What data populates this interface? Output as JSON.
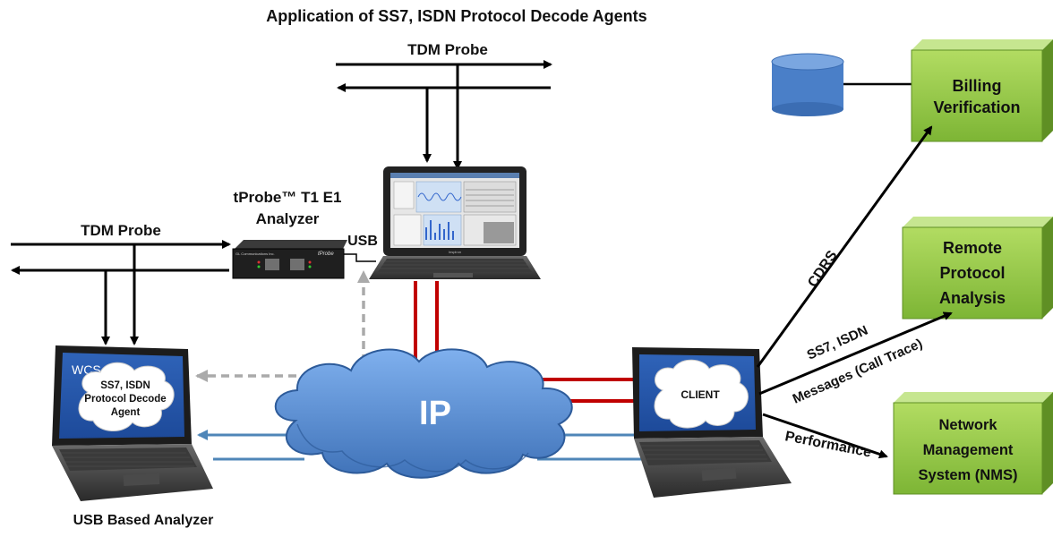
{
  "title": "Application of SS7, ISDN Protocol Decode Agents",
  "probes": {
    "top_label": "TDM Probe",
    "left_label": "TDM Probe"
  },
  "tprobe": {
    "name_line1": "tProbe™ T1 E1",
    "name_line2": "Analyzer",
    "brand": "tProbe",
    "maker": "GL Communications Inc."
  },
  "usb_label": "USB",
  "laptop_top": {
    "brand": "Inspiron"
  },
  "cloud": {
    "label": "IP"
  },
  "left_laptop": {
    "tag": "WCS",
    "line1": "SS7, ISDN",
    "line2": "Protocol Decode",
    "line3": "Agent",
    "caption": "USB Based Analyzer"
  },
  "client_laptop": {
    "label": "CLIENT"
  },
  "links": {
    "cdrs": "CDRS",
    "ss7_line1": "SS7, ISDN",
    "ss7_line2": "Messages (Call Trace)",
    "performance": "Performance"
  },
  "boxes": {
    "billing": {
      "line1": "Billing",
      "line2": "Verification"
    },
    "remote": {
      "line1": "Remote",
      "line2": "Protocol",
      "line3": "Analysis"
    },
    "nms": {
      "line1": "Network",
      "line2": "Management",
      "line3": "System (NMS)"
    }
  },
  "colors": {
    "box_green": "#8fc43e",
    "cloud_blue": "#5d93d8",
    "red_link": "#c00000",
    "blue_link": "#4f86b8",
    "usb_dashed": "#aaaaaa",
    "db_blue": "#4a7fc8"
  }
}
